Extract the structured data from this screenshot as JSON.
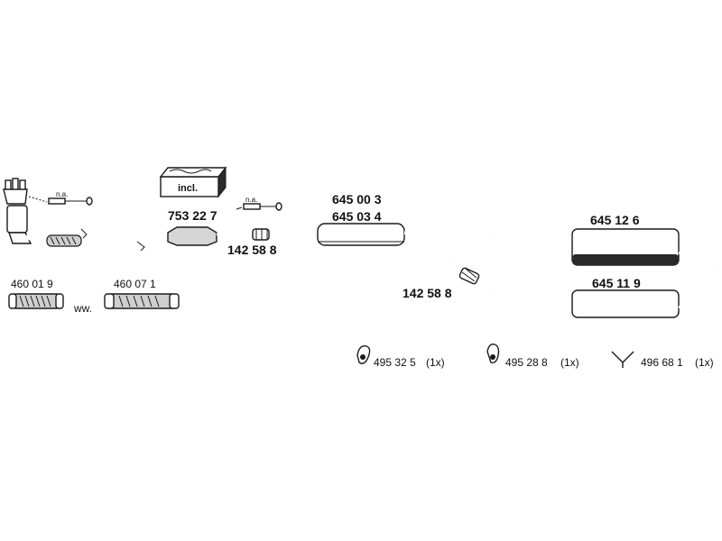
{
  "labels": {
    "na_left": "n.a.",
    "na_right": "n.a.",
    "incl": "incl.",
    "part_753227": "753 22 7",
    "part_142588_a": "142 58 8",
    "part_645003": "645 00 3",
    "part_645034": "645 03 4",
    "part_645126": "645 12 6",
    "part_142588_b": "142 58 8",
    "part_645119": "645 11 9",
    "part_460019": "460 01 9",
    "ww": "ww.",
    "part_460071": "460 07 1",
    "hanger_495325": "495 32 5",
    "qty_1": "(1x)",
    "hanger_495288": "495 28 8",
    "qty_2": "(1x)",
    "hanger_496681": "496 68 1",
    "qty_3": "(1x)"
  }
}
